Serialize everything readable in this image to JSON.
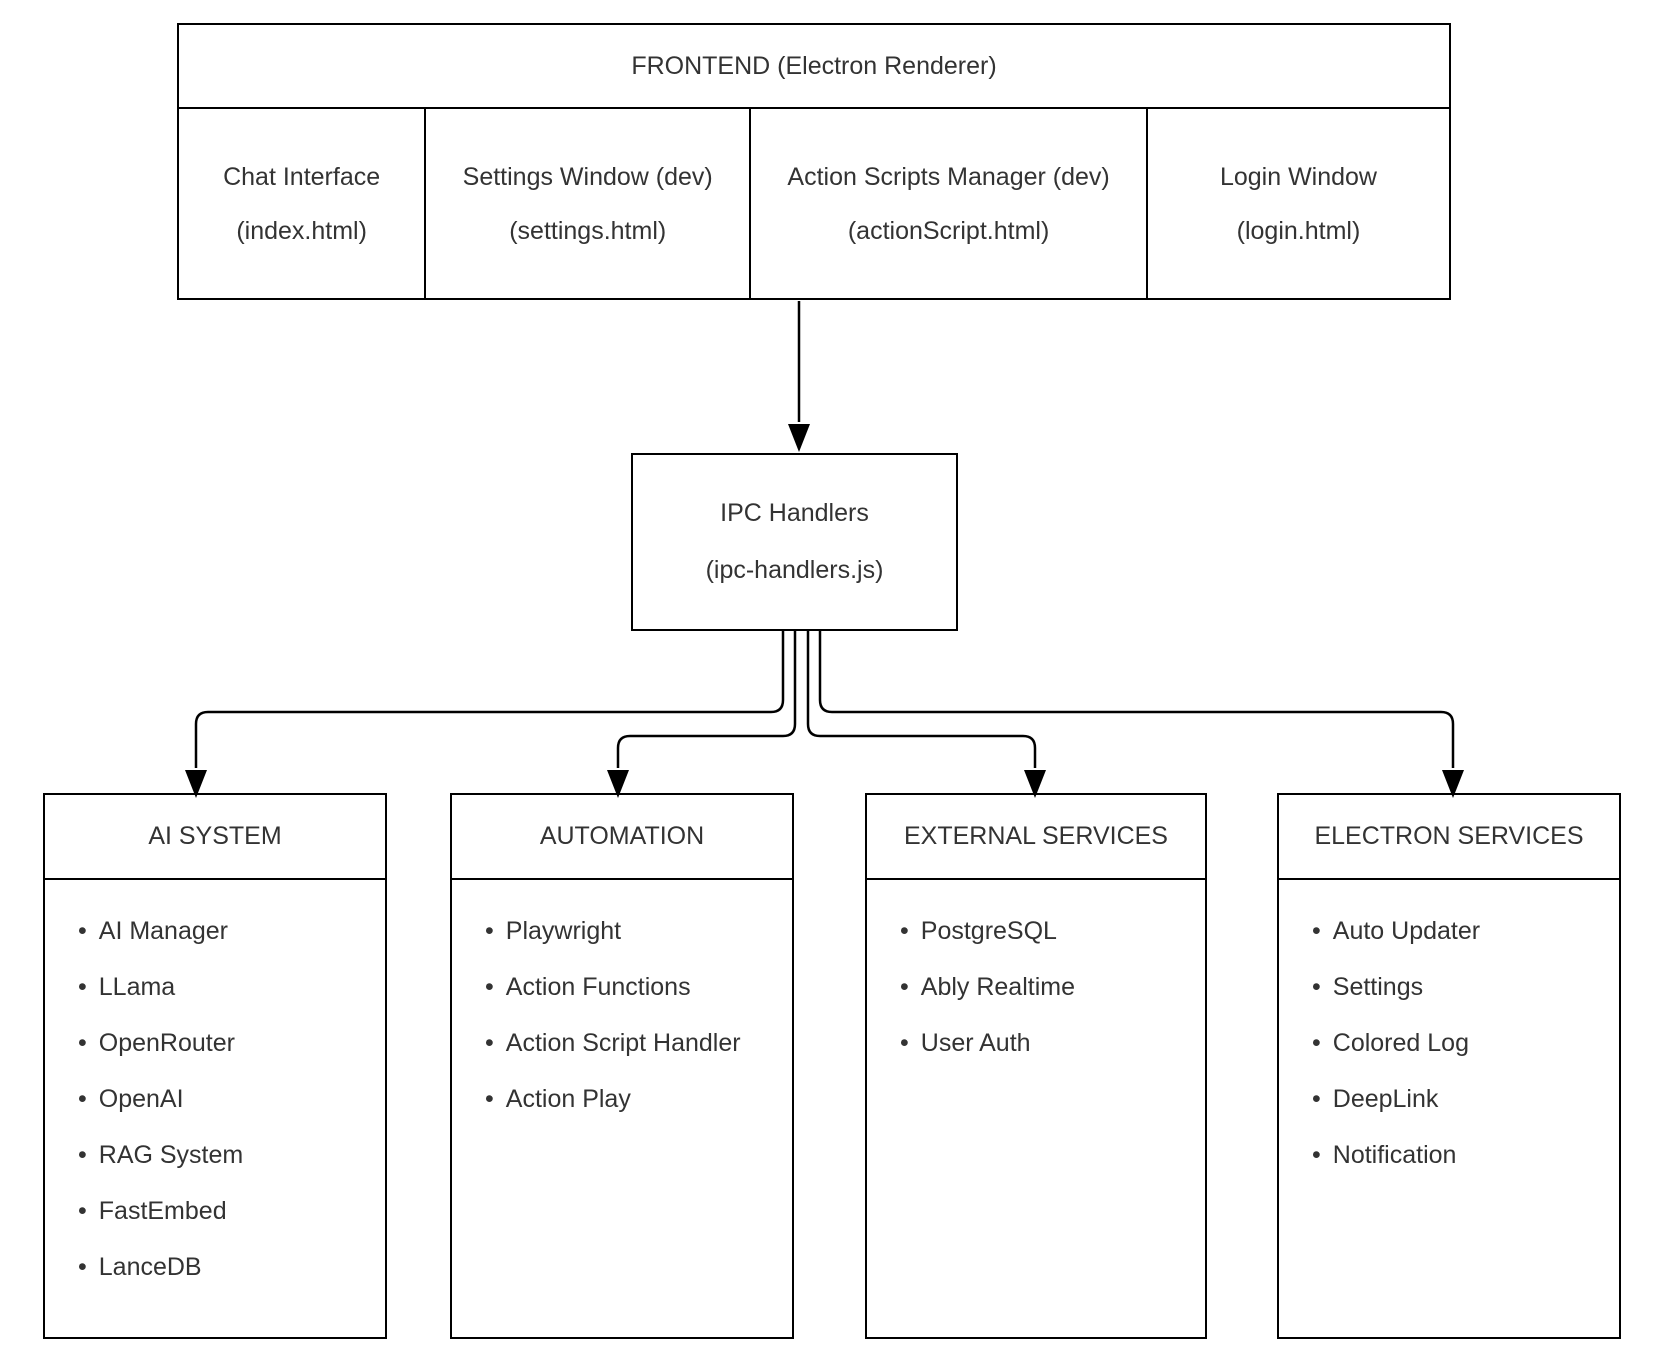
{
  "frontend": {
    "title": "FRONTEND (Electron Renderer)",
    "children": [
      {
        "line1": "Chat Interface",
        "line2": "(index.html)"
      },
      {
        "line1": "Settings Window (dev)",
        "line2": "(settings.html)"
      },
      {
        "line1": "Action Scripts Manager (dev)",
        "line2": "(actionScript.html)"
      },
      {
        "line1": "Login Window",
        "line2": "(login.html)"
      }
    ]
  },
  "ipc": {
    "line1": "IPC Handlers",
    "line2": "(ipc-handlers.js)"
  },
  "groups": [
    {
      "title": "AI SYSTEM",
      "items": [
        "AI Manager",
        "LLama",
        "OpenRouter",
        "OpenAI",
        "RAG System",
        "FastEmbed",
        "LanceDB"
      ]
    },
    {
      "title": "AUTOMATION",
      "items": [
        "Playwright",
        "Action Functions",
        "Action Script Handler",
        "Action Play"
      ]
    },
    {
      "title": "EXTERNAL SERVICES",
      "items": [
        "PostgreSQL",
        "Ably Realtime",
        "User Auth"
      ]
    },
    {
      "title": "ELECTRON SERVICES",
      "items": [
        "Auto Updater",
        "Settings",
        "Colored Log",
        "DeepLink",
        "Notification"
      ]
    }
  ],
  "colors": {
    "line": "#000000",
    "text": "#333333",
    "background": "#ffffff"
  }
}
